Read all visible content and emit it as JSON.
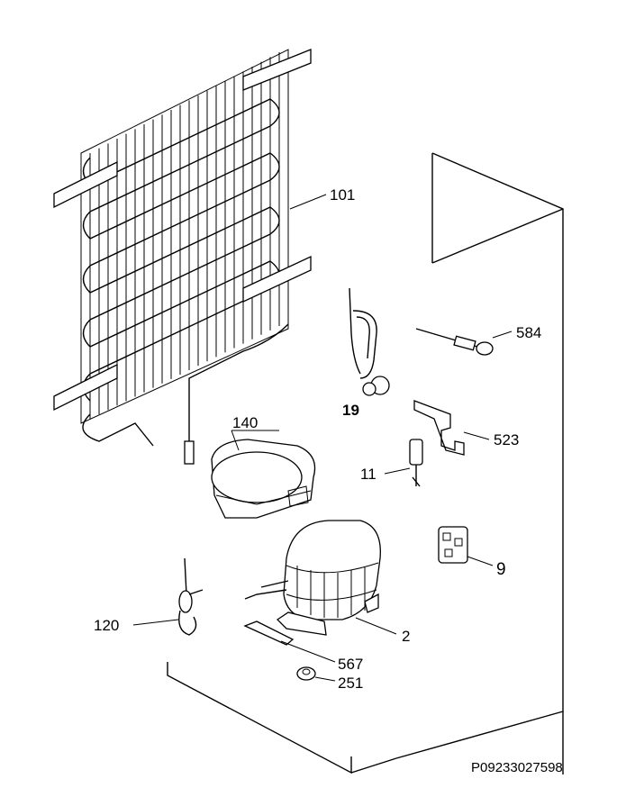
{
  "labels": {
    "condenser": "101",
    "thermostat": "19",
    "sensor": "584",
    "bracket": "523",
    "capacitor": "11",
    "tray": "140",
    "relay": "9",
    "drier": "120",
    "compressor": "2",
    "plate": "567",
    "nut": "251"
  },
  "footer_code": "P09233027598"
}
